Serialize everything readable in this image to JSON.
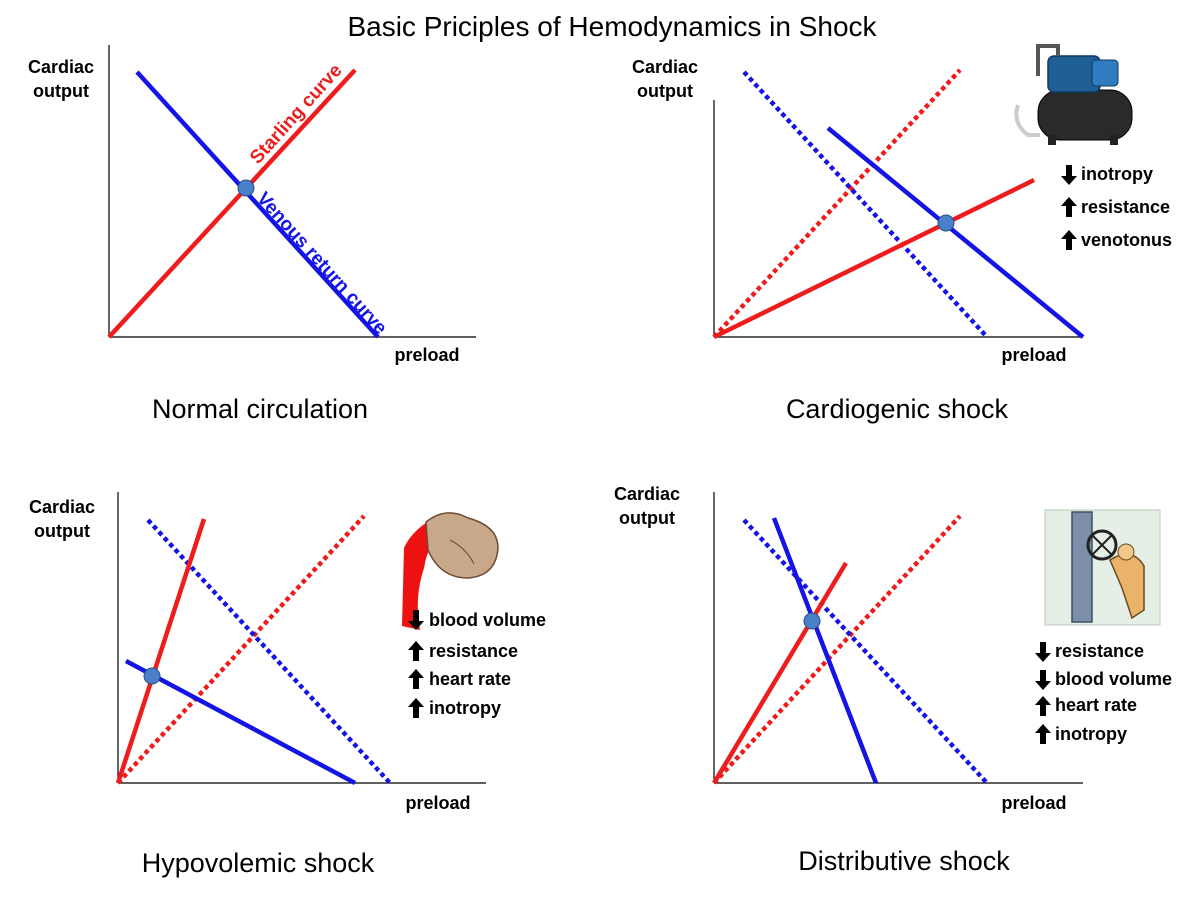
{
  "title": "Basic Priciples of Hemodynamics in Shock",
  "colors": {
    "starling": "#ee1c1c",
    "venous": "#1414e6",
    "axis": "#000000",
    "point": "#4a7fc9"
  },
  "panels": [
    {
      "caption": "Normal circulation",
      "y_axis_label": [
        "Cardiac",
        "output"
      ],
      "x_axis_label": "preload",
      "curve_labels": {
        "starling": "Starling curve",
        "venous": "Venous return curve"
      },
      "notes": [],
      "illustration": ""
    },
    {
      "caption": "Cardiogenic shock",
      "y_axis_label": [
        "Cardiac",
        "output"
      ],
      "x_axis_label": "preload",
      "curve_labels": {},
      "notes": [
        {
          "arrow": "down",
          "text": "inotropy"
        },
        {
          "arrow": "up",
          "text": "resistance"
        },
        {
          "arrow": "up",
          "text": "venotonus"
        }
      ],
      "illustration": "water-pump"
    },
    {
      "caption": "Hypovolemic shock",
      "y_axis_label": [
        "Cardiac",
        "output"
      ],
      "x_axis_label": "preload",
      "curve_labels": {},
      "notes": [
        {
          "arrow": "down",
          "text": "blood volume"
        },
        {
          "arrow": "up",
          "text": "resistance"
        },
        {
          "arrow": "up",
          "text": "heart rate"
        },
        {
          "arrow": "up",
          "text": "inotropy"
        }
      ],
      "illustration": "pouring-jug"
    },
    {
      "caption": "Distributive shock",
      "y_axis_label": [
        "Cardiac",
        "output"
      ],
      "x_axis_label": "preload",
      "curve_labels": {},
      "notes": [
        {
          "arrow": "down",
          "text": "resistance"
        },
        {
          "arrow": "down",
          "text": "blood volume"
        },
        {
          "arrow": "up",
          "text": "heart rate"
        },
        {
          "arrow": "up",
          "text": "inotropy"
        }
      ],
      "illustration": "valve-worker"
    }
  ]
}
